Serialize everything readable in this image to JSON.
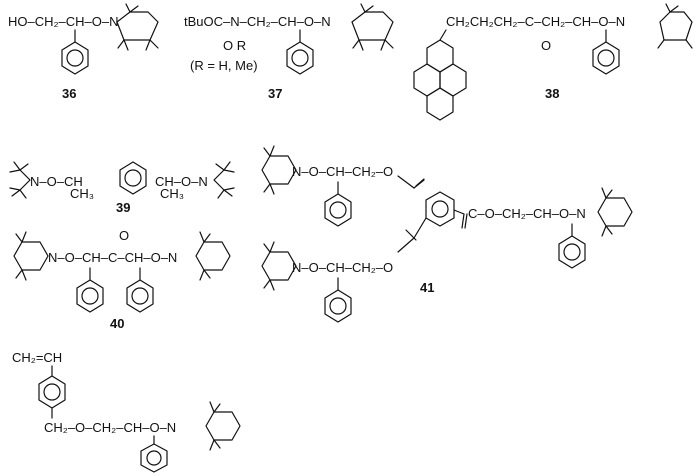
{
  "compounds": [
    {
      "number": "36"
    },
    {
      "number": "37",
      "note": "(R = H, Me)"
    },
    {
      "number": "38"
    },
    {
      "number": "39"
    },
    {
      "number": "40"
    },
    {
      "number": "41"
    }
  ],
  "fragments": {
    "c36": "HO–CH₂–CH–O–N",
    "c37a": "tBuOC–N–CH₂–CH–O–N",
    "c37b": "O   R",
    "c38": "CH₂CH₂CH₂–C–CH₂–CH–O–N",
    "c38o": "O",
    "c39": "N–O–CH",
    "c39r": "CH–O–N",
    "c39m1": "CH₃",
    "c39m2": "CH₃",
    "c40": "N–O–CH–C–CH–O–N",
    "c40o": "O",
    "c41a": "N–O–CH–CH₂–O",
    "c41b": "C–O–CH₂–CH–O–N",
    "c41c": "N–O–CH–CH₂–O",
    "c42a": "CH₂=CH",
    "c42b": "CH₂–O–CH₂–CH–O–N"
  },
  "colors": {
    "ink": "#111111",
    "background": "#ffffff"
  }
}
